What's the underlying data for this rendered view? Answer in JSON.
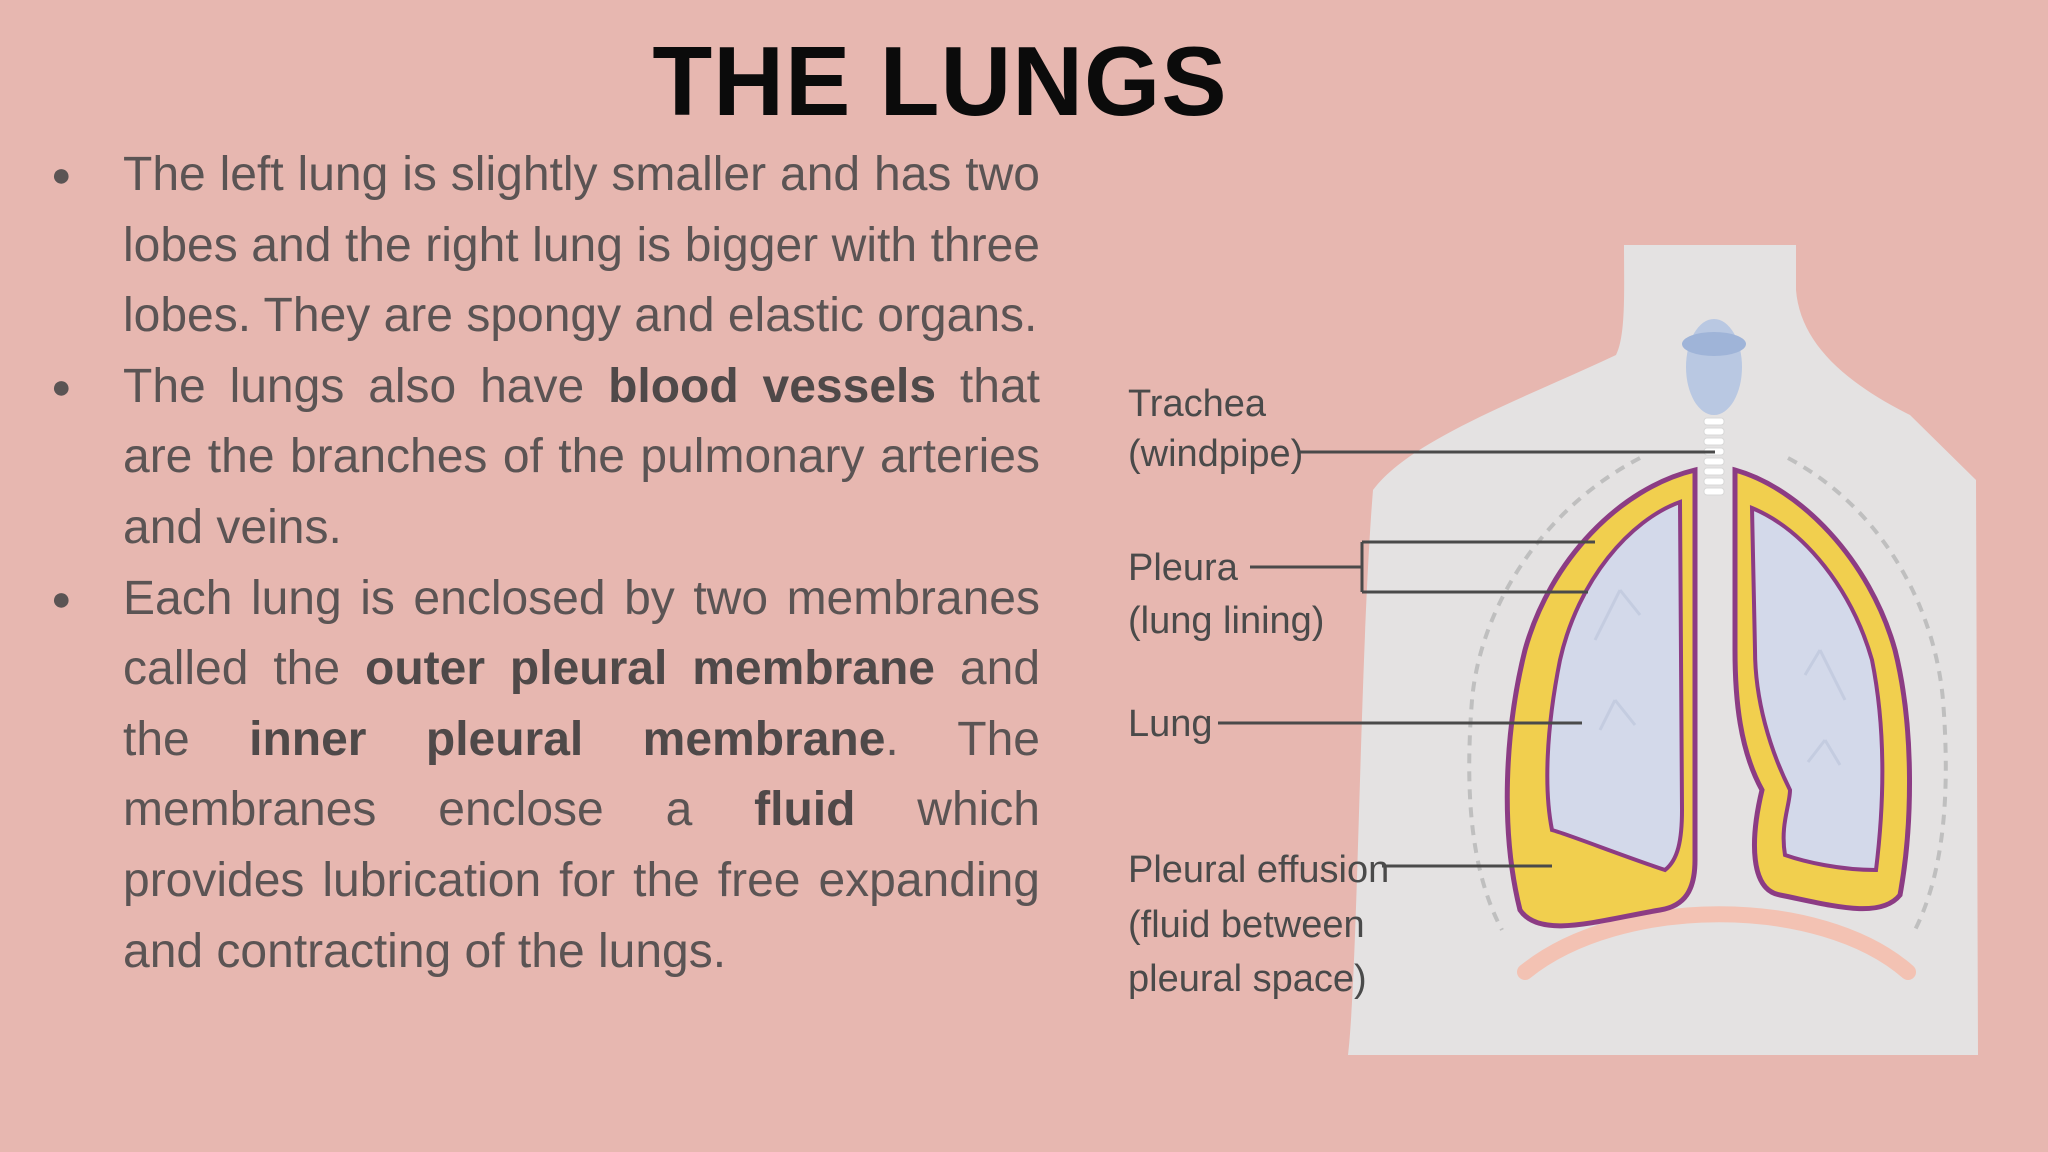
{
  "slide": {
    "title": "THE LUNGS"
  },
  "bullets": [
    {
      "marker": "●",
      "parts": [
        {
          "text": "The left lung is slightly smaller and has two lobes and the right lung is bigger with three lobes. They are spongy and elastic organs.",
          "bold": false
        }
      ]
    },
    {
      "marker": "●",
      "parts": [
        {
          "text": "The lungs also have ",
          "bold": false
        },
        {
          "text": "blood vessels",
          "bold": true
        },
        {
          "text": " that are the branches of the pulmonary arteries and veins.",
          "bold": false
        }
      ]
    },
    {
      "marker": "●",
      "parts": [
        {
          "text": "Each lung is enclosed by two membranes called the ",
          "bold": false
        },
        {
          "text": "outer pleural membrane",
          "bold": true
        },
        {
          "text": " and the ",
          "bold": false
        },
        {
          "text": "inner pleural membrane",
          "bold": true
        },
        {
          "text": ". The membranes enclose a ",
          "bold": false
        },
        {
          "text": "fluid",
          "bold": true
        },
        {
          "text": " which provides lubrication for the free expanding and contracting of the lungs.",
          "bold": false
        }
      ]
    }
  ],
  "diagram": {
    "labels": {
      "trachea": [
        "Trachea",
        "(windpipe)"
      ],
      "pleura": [
        "Pleura",
        "(lung lining)"
      ],
      "lung": [
        "Lung"
      ],
      "effusion": [
        "Pleural effusion",
        "(fluid between",
        "pleural space)"
      ]
    },
    "colors": {
      "background": "#e7b7b0",
      "body": "#e4e2e2",
      "lung": "#d3d9ea",
      "fluid": "#f1cf4e",
      "membrane": "#8c3c84",
      "diaphragm": "#f3c2b3",
      "leader": "#4a4a4a"
    }
  }
}
